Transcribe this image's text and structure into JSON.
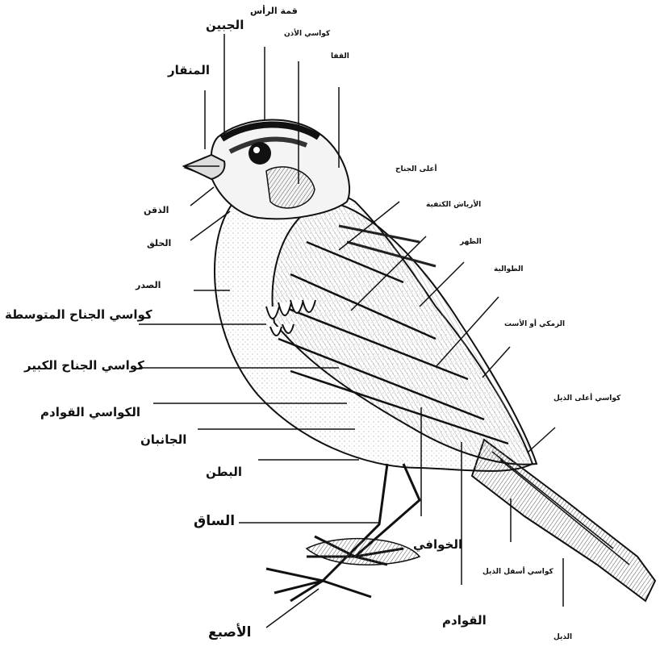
{
  "diagram": {
    "labels": {
      "crown": "قمة الرأس",
      "forehead": "الجبين",
      "ear_coverts": "كواسي الأذن",
      "nape": "القفا",
      "bill": "المنقار",
      "chin": "الذقن",
      "throat": "الحلق",
      "breast": "الصدر",
      "median_coverts": "كواسي الجناح المتوسطة",
      "greater_coverts": "كواسي الجناح الكبير",
      "primary_coverts": "الكواسي القوادم",
      "flanks": "الجانبان",
      "belly": "البطن",
      "tarsus": "الساق",
      "toe": "الأصبع",
      "upper_wing": "أعلى الجناح",
      "scapulars": "الأرياش الكتفية",
      "back": "الظهر",
      "tertials": "الطوالية",
      "rump": "الزمكي أو الأست",
      "uppertail_coverts": "كواسي أعلى الذيل",
      "secondaries": "الخوافي",
      "undertail_coverts": "كواسي أسفل الذيل",
      "primaries": "القوادم",
      "tail": "الذيل"
    }
  }
}
